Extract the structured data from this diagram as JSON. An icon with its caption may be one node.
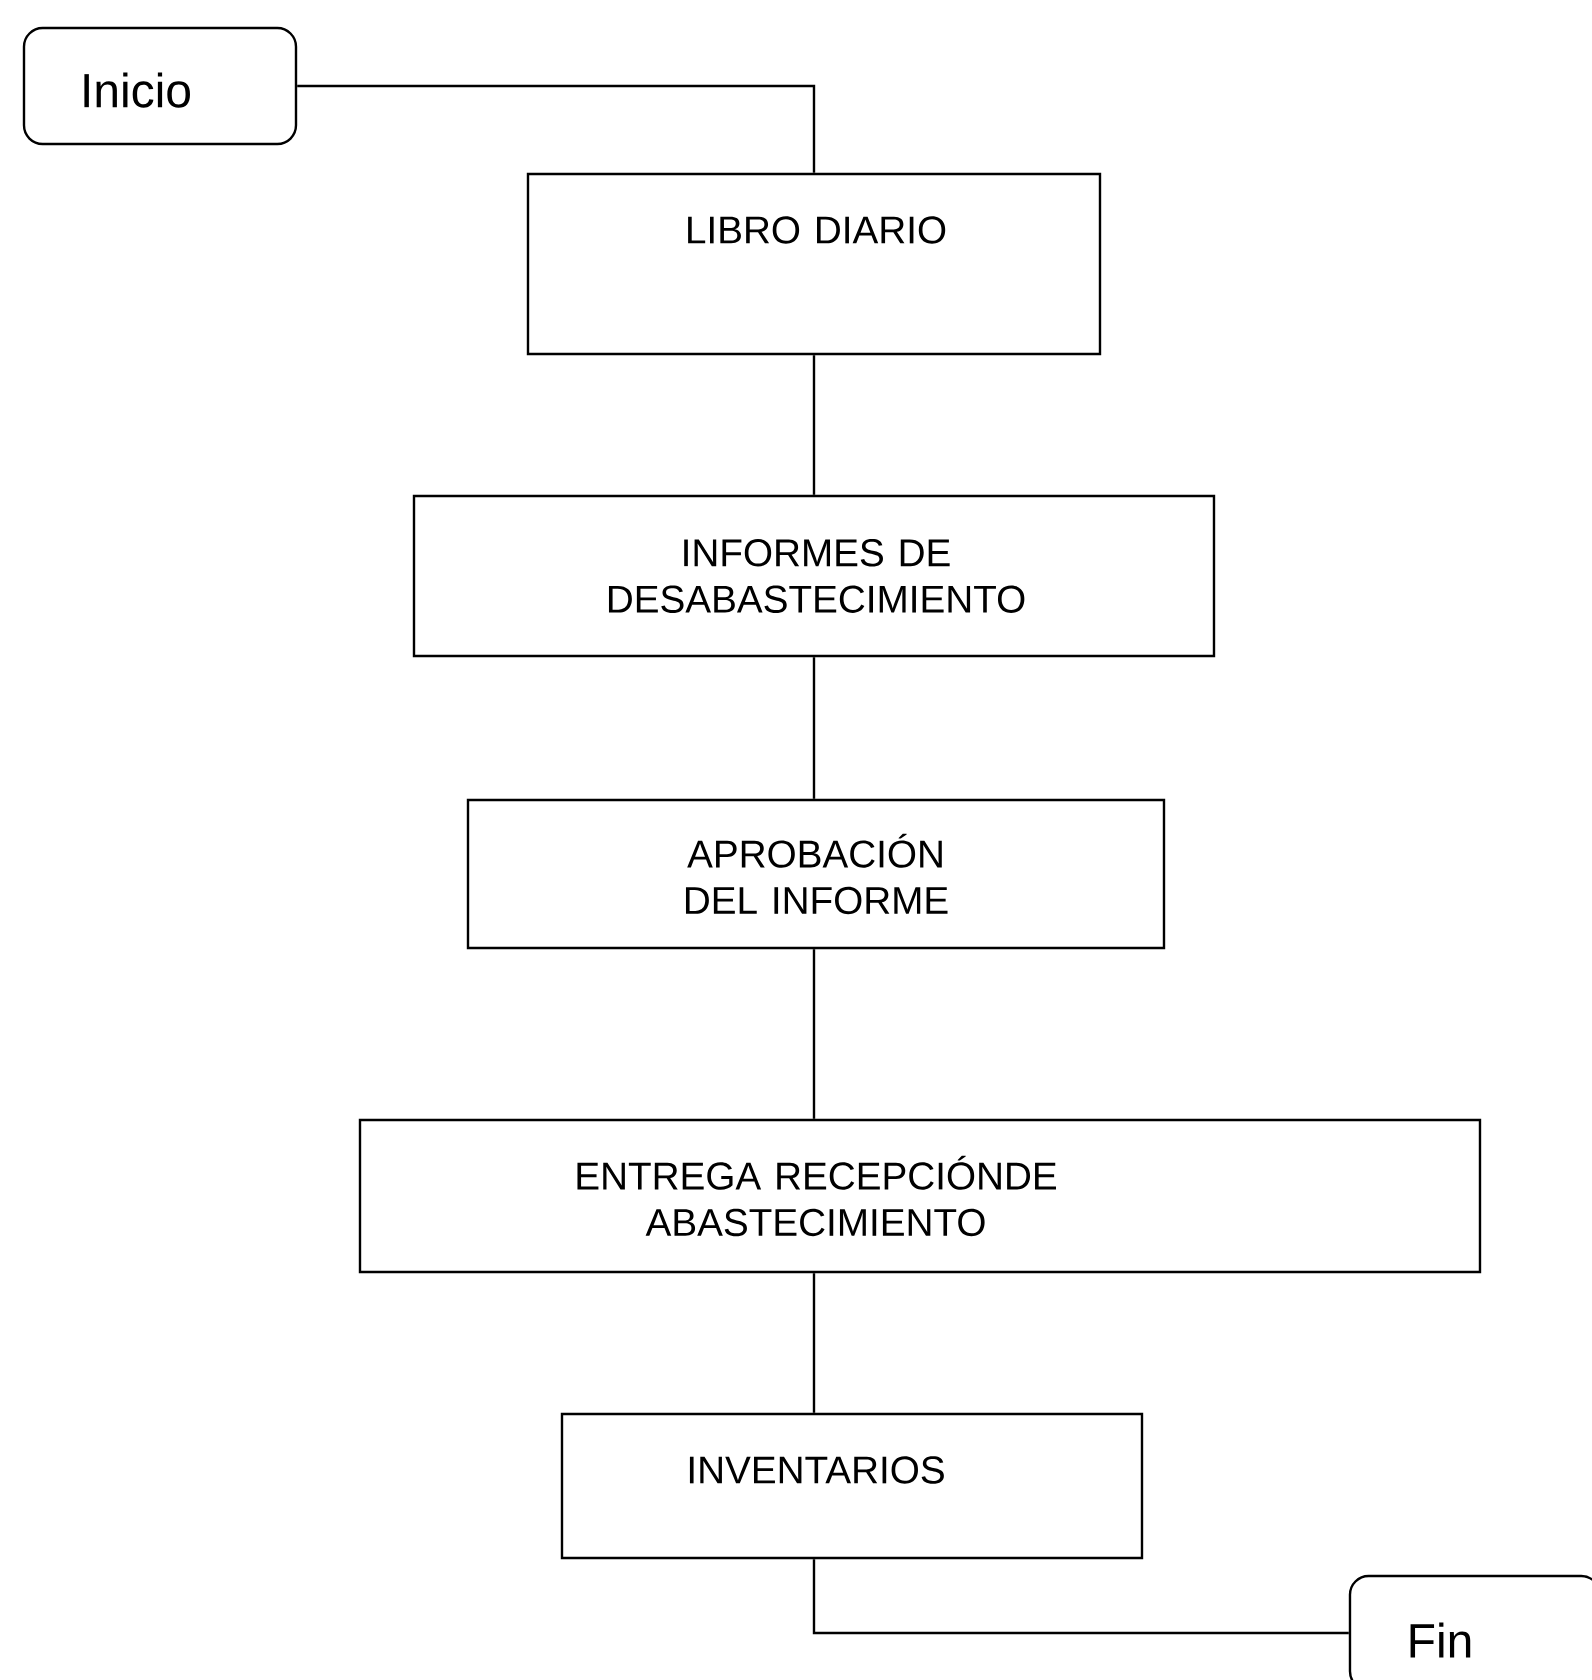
{
  "diagram": {
    "nodes": [
      {
        "text": [
          "Inicio"
        ]
      },
      {
        "text": [
          "LIBRO DIARIO"
        ]
      },
      {
        "text": [
          "INFORMES DE DESABASTECIMIENTO"
        ]
      },
      {
        "text": [
          "APROBACIÓN DEL INFORME"
        ]
      },
      {
        "text": [
          "ENTREGA RECEPCIÓNDE ABASTECIMIENTO"
        ]
      },
      {
        "text": [
          "INVENTARIOS"
        ]
      },
      {
        "text": [
          "Fin"
        ]
      }
    ],
    "edges": [
      {
        "from": 0,
        "to": 1,
        "arrow": "none"
      },
      {
        "from": 1,
        "to": 2,
        "arrow": "none"
      },
      {
        "from": 2,
        "to": 3,
        "arrow": "none"
      },
      {
        "from": 3,
        "to": 4,
        "arrow": "none"
      },
      {
        "from": 4,
        "to": 5,
        "arrow": "none"
      },
      {
        "from": 5,
        "to": 6,
        "arrow": "none"
      }
    ]
  }
}
